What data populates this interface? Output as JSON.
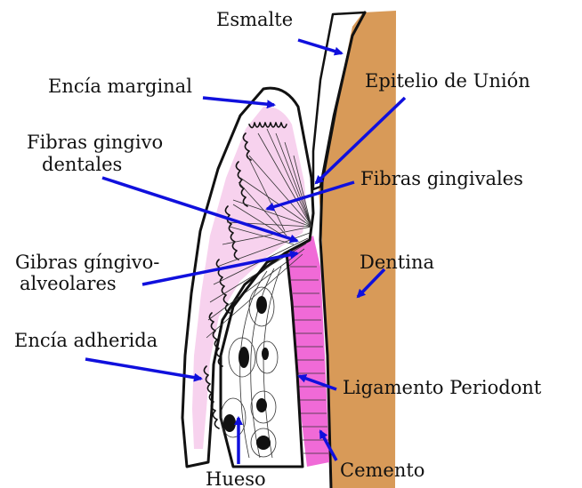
{
  "labels": {
    "esmalte": "Esmalte",
    "encia_marginal": "Encía marginal",
    "epitelio_union": "Epitelio de Unión",
    "fibras_gingivo_1": "Fibras gingivo",
    "fibras_gingivo_2": "dentales",
    "fibras_gingivales": "Fibras gingivales",
    "gibras_1": "Gibras gíngivo-",
    "gibras_2": "alveolares",
    "dentina": "Dentina",
    "encia_adherida": "Encía adherida",
    "ligamento": "Ligamento Periodont",
    "hueso": "Hueso",
    "cemento": "Cemento"
  },
  "colors": {
    "gingiva_magenta": "#e93dc8",
    "gingiva_pale": "#f7d2ee",
    "enamel": "#fbf5c3",
    "dentin": "#d89a58",
    "bone": "#ecec9c",
    "ligament": "#f06ad7",
    "arrow_blue": "#1010dd"
  }
}
